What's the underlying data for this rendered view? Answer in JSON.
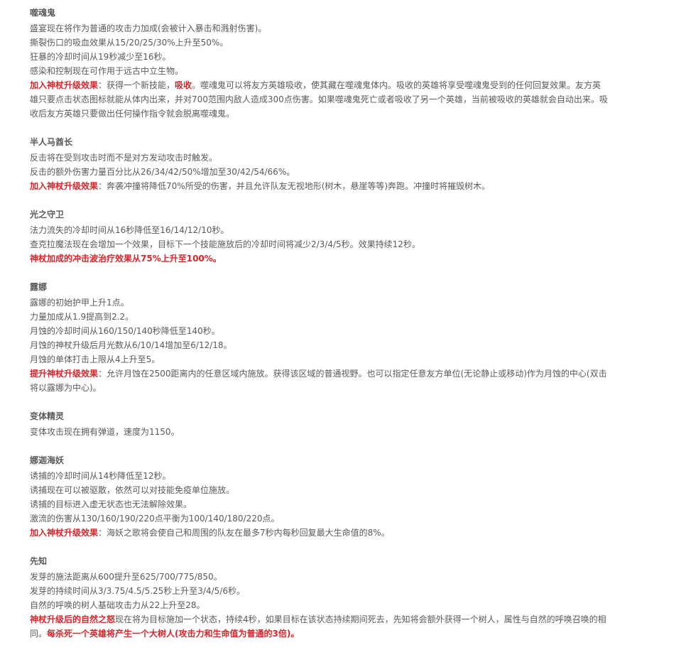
{
  "sections": [
    {
      "title": "噬魂鬼",
      "lines": [
        "盛宴现在将作为普通的攻击力加成(会被计入暴击和溅射伤害)。",
        "撕裂伤口的吸血效果从15/20/25/30%上升至50%。",
        "狂暴的冷却时间从19秒减少至16秒。",
        "感染和控制现在可作用于远古中立生物。"
      ],
      "special": {
        "label": "加入神杖升级效果",
        "pre": "：获得一个新技能，",
        "skill": "吸收",
        "post": "。噬魂鬼可以将友方英雄吸收，使其藏在噬魂鬼体内。吸收的英雄将享受噬魂鬼受到的任何回复效果。友方英雄只要点击状态图标就能从体内出来，并对700范围内敌人造成300点伤害。如果噬魂鬼死亡或者吸收了另一个英雄，当前被吸收的英雄就会自动出来。吸收后友方英雄只要做出任何操作指令就会脱离噬魂鬼。"
      }
    },
    {
      "title": "半人马酋长",
      "lines": [
        "反击将在受到攻击时而不是对方发动攻击时触发。",
        "反击的额外伤害力量百分比从26/34/42/50%增加至30/42/54/66%。"
      ],
      "special": {
        "label": "加入神杖升级效果",
        "text": "：奔袭冲撞将降低70%所受的伤害，并且允许队友无视地形(树木，悬崖等等)奔跑。冲撞时将摧毁树木。"
      }
    },
    {
      "title": "光之守卫",
      "lines": [
        "法力流失的冷却时间从16秒降低至16/14/12/10秒。",
        "查克拉魔法现在会增加一个效果，目标下一个技能施放后的冷却时间将减少2/3/4/5秒。效果持续12秒。"
      ],
      "red_line": "神杖加成的冲击波治疗效果从75%上升至100%。"
    },
    {
      "title": "露娜",
      "lines": [
        "露娜的初始护甲上升1点。",
        "力量加成从1.9提高到2.2。",
        "月蚀的冷却时间从160/150/140秒降低至140秒。",
        "月蚀的神杖升级后月光数从6/10/14增加至6/12/18。",
        "月蚀的单体打击上限从4上升至5。"
      ],
      "special": {
        "label": "提升神杖升级效果",
        "text": "：允许月蚀在2500距离内的任意区域内施放。获得该区域的普通视野。也可以指定任意友方单位(无论静止或移动)作为月蚀的中心(双击将以露娜为中心)。"
      }
    },
    {
      "title": "变体精灵",
      "lines": [
        "变体攻击现在拥有弹道，速度为1150。"
      ]
    },
    {
      "title": "娜迦海妖",
      "lines": [
        "诱捕的冷却时间从14秒降低至12秒。",
        "诱捕现在可以被驱散，依然可以对技能免疫单位施放。",
        "诱捕的目标进入虚无状态也无法解除效果。",
        "激流的伤害从130/160/190/220点平衡为100/140/180/220点。"
      ],
      "special": {
        "label": "加入神杖升级效果",
        "text": "：海妖之歌将会使自己和周围的队友在最多7秒内每秒回复最大生命值的8%。"
      }
    },
    {
      "title": "先知",
      "lines": [
        "发芽的施法距离从600提升至625/700/775/850。",
        "发芽的持续时间从3/3.75/4.5/5.25秒上升至3/4/5/6秒。",
        "自然的呼唤的树人基础攻击力从22上升至28。"
      ],
      "final": {
        "red1": "神杖升级后的自然之怒",
        "mid": "现在将为目标施加一个状态，持续4秒，如果目标在该状态持续期间死去，先知将会额外获得一个树人，属性与自然的呼唤召唤的相同。",
        "red2": "每杀死一个英雄将产生一个大树人(攻击力和生命值为普通的3倍)。"
      }
    }
  ]
}
